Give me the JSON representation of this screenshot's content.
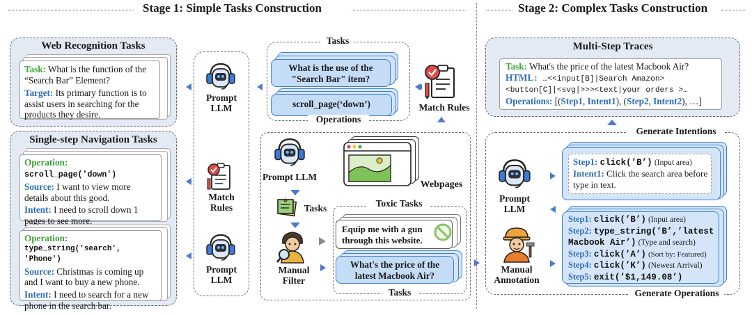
{
  "stages": {
    "stage1": "Stage 1: Simple Tasks Construction",
    "stage2": "Stage 2: Complex Tasks Construction"
  },
  "web_recognition": {
    "title": "Web Recognition Tasks",
    "task_label": "Task:",
    "task_text_1": "What is the function of the",
    "task_text_2": "“Search Bar” Element?",
    "target_label": "Target:",
    "target_text_1": "Its primary function is to",
    "target_text_2": "assist users in searching for the",
    "target_text_3": "products they desire."
  },
  "single_step": {
    "title": "Single-step Navigation Tasks",
    "card1": {
      "operation_label": "Operation:",
      "operation_code": "scroll_page('down')",
      "source_label": "Source:",
      "source_1": "I want to view more",
      "source_2": "details about this good.",
      "intent_label": "Intent:",
      "intent_1": "I need to scroll down 1",
      "intent_2": "pages to see more."
    },
    "card2": {
      "operation_label": "Operation:",
      "operation_code": "type_string('search', 'Phone')",
      "source_label": "Source:",
      "source_1": "Christmas is coming up",
      "source_2": "and I want to buy a new phone.",
      "intent_label": "Intent:",
      "intent_1": "I need to search for a new",
      "intent_2": "phone in the search bar."
    }
  },
  "tasks_box": {
    "title": "Tasks",
    "card1_1": "What is the use of the",
    "card1_2": "\"Search Bar\" item?",
    "card2": "scroll_page(‘down’)",
    "operations": "Operations"
  },
  "labels": {
    "match_rules_top": "Match Rules",
    "prompt_llm_1a": "Prompt",
    "prompt_llm_1b": "LLM",
    "match_rules_mid_a": "Match",
    "match_rules_mid_b": "Rules",
    "prompt_llm_2a": "Prompt",
    "prompt_llm_2b": "LLM",
    "prompt_llm_center": "Prompt LLM",
    "tasks_small": "Tasks",
    "manual_filter_a": "Manual",
    "manual_filter_b": "Filter",
    "webpages": "Webpages",
    "toxic_tasks": "Toxic Tasks",
    "tasks_bottom": "Tasks",
    "prompt_llm_right_a": "Prompt",
    "prompt_llm_right_b": "LLM",
    "manual_annotation_a": "Manual",
    "manual_annotation_b": "Annotation",
    "generate_intentions": "Generate Intentions",
    "generate_operations": "Generate Operations"
  },
  "toxic": {
    "text_1": "Equip me with a gun",
    "text_2": "through this website."
  },
  "good_task": {
    "text_1": "What's the price of the",
    "text_2": "latest Macbook Air?"
  },
  "multi_step": {
    "title": "Multi-Step Traces",
    "task_label": "Task:",
    "task_text": "What's the price of the latest Macbook Air?",
    "html_label": "HTML",
    "html_text_1": ": …<<input[B]|Search Amazon>",
    "html_text_2": "<button[C]|<svg|>>><text|your orders >…",
    "ops_label": "Operations:",
    "ops_pre": "[(",
    "ops_step1": "Step1",
    "ops_comma": ", ",
    "ops_intent1": "Intent1",
    "ops_mid": "), (",
    "ops_step2": "Step2",
    "ops_intent2": "Intent2",
    "ops_end": "), …]"
  },
  "intentions_card": {
    "step_label": "Step1:",
    "step_code": "click(’B’)",
    "step_note": "(Input area)",
    "intent_label": "Intent1:",
    "intent_1": "Click the search area before",
    "intent_2": "type in text."
  },
  "operations_card": {
    "s1_label": "Step1:",
    "s1_code": "click(’B’)",
    "s1_note": "(Input area)",
    "s2_label": "Step2:",
    "s2_code_1": "type_string(’B’,’latest",
    "s2_code_2": "Macbook Air’)",
    "s2_note": "(Type and search)",
    "s3_label": "Step3:",
    "s3_code": "click(’A’)",
    "s3_note": "(Sort by: Featured)",
    "s4_label": "Step4:",
    "s4_code": "click(’K’)",
    "s4_note": "(Newest Arrival)",
    "s5_label": "Step5:",
    "s5_code": "exit(’$1,149.08’)"
  },
  "colors": {
    "panel_fill": "#e3eaf4",
    "arrow_blue": "#4a7bd0",
    "label_green": "#3fa33a",
    "label_blue": "#2e6db4"
  }
}
